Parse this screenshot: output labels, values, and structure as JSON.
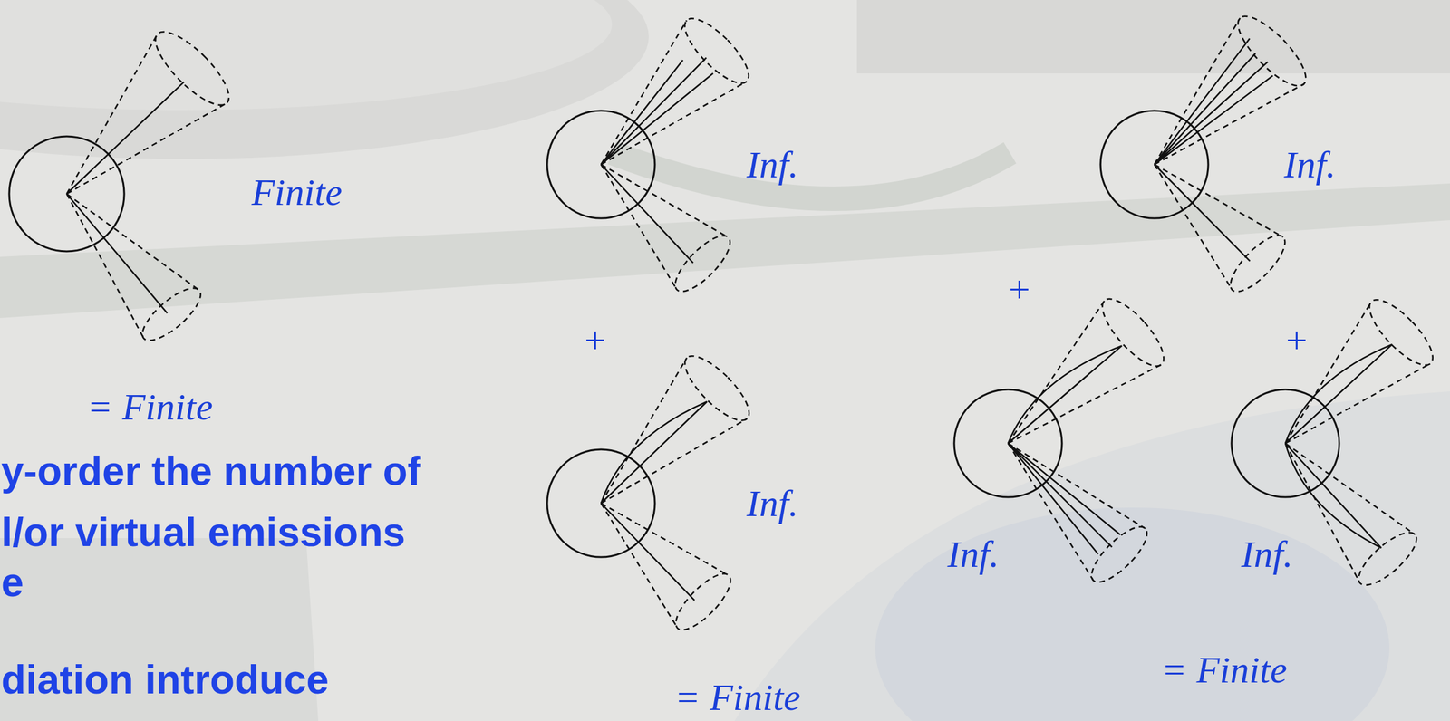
{
  "diagram": {
    "labels": [
      "Inf.",
      "Inf.",
      "Finite",
      "+",
      "+",
      "+",
      "= Finite",
      "y-order the number of",
      "Inf.",
      "l/or virtual emissions",
      "Inf.",
      "Inf.",
      "e",
      "= Finite",
      "diation introduce",
      "= Finite"
    ]
  }
}
